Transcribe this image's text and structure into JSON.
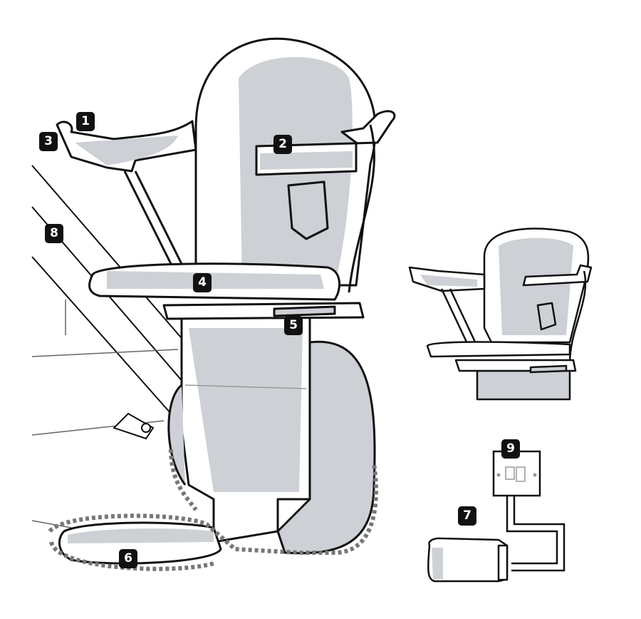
{
  "diagram": {
    "subject": "stairlift",
    "labels": [
      "1",
      "2",
      "3",
      "4",
      "5",
      "6",
      "7",
      "8",
      "9"
    ],
    "colors": {
      "fill": "#cdd0d5",
      "line": "#111111",
      "badge": "#111111"
    }
  }
}
